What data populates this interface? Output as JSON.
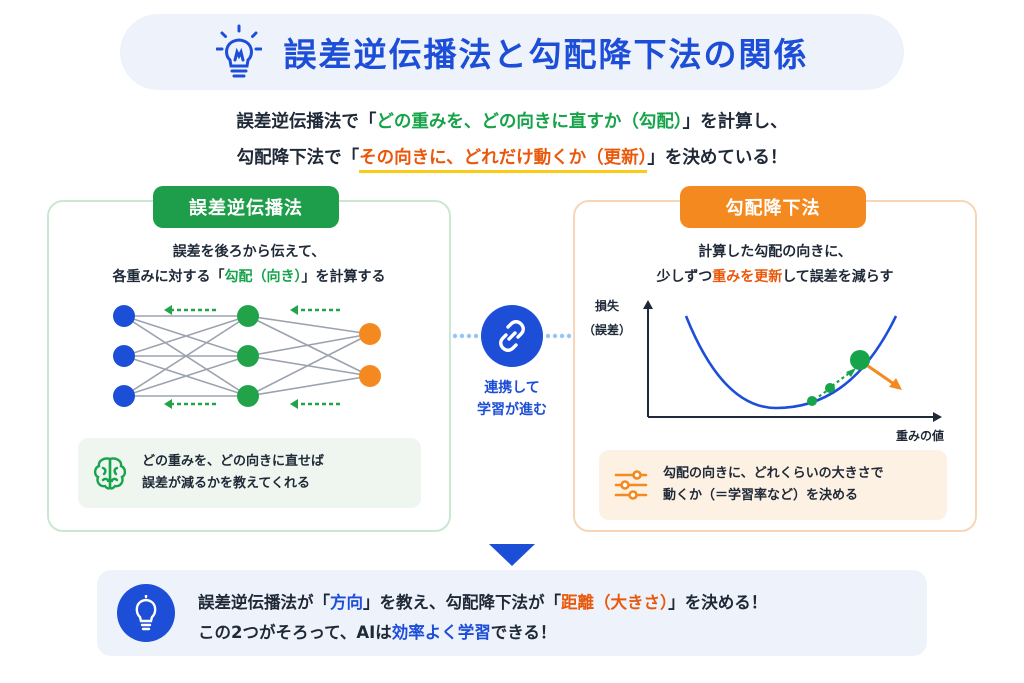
{
  "title": "誤差逆伝播法と勾配降下法の関係",
  "lead": {
    "line1": {
      "before": "誤差逆伝播法で「",
      "highlight": "どの重みを、どの向きに直すか（勾配）",
      "after": "」を計算し、"
    },
    "line2": {
      "before": "勾配降下法で「",
      "highlight": "その向きに、どれだけ動くか（更新）",
      "after": "」を決めている！"
    }
  },
  "left_panel": {
    "badge": "誤差逆伝播法",
    "desc_line1": "誤差を後ろから伝えて、",
    "desc_line2_before": "各重みに対する「",
    "desc_line2_highlight": "勾配（向き）",
    "desc_line2_after": "」を計算する",
    "note_line1": "どの重みを、どの向きに直せば",
    "note_line2": "誤差が減るかを教えてくれる",
    "note_icon": "brain-icon"
  },
  "connector": {
    "icon": "link-icon",
    "label_line1": "連携して",
    "label_line2": "学習が進む"
  },
  "right_panel": {
    "badge": "勾配降下法",
    "desc_line1": "計算した勾配の向きに、",
    "desc_line2_before": "少しずつ",
    "desc_line2_highlight": "重みを更新",
    "desc_line2_after": "して誤差を減らす",
    "y_label_line1": "損失",
    "y_label_line2": "（誤差）",
    "x_label": "重みの値",
    "note_line1": "勾配の向きに、どれくらいの大きさで",
    "note_line2": "動くか（＝学習率など）を決める",
    "note_icon": "sliders-icon"
  },
  "summary": {
    "icon": "lightbulb-icon",
    "l1_a": "誤差逆伝播法が「",
    "l1_b": "方向",
    "l1_c": "」を教え、勾配降下法が「",
    "l1_d": "距離（大きさ）",
    "l1_e": "」を決める！",
    "l2_a": "この2つがそろって、AIは",
    "l2_b": "効率よく学習",
    "l2_c": "できる！"
  },
  "colors": {
    "blue": "#1d4ed8",
    "green": "#16a34a",
    "orange": "#f48a1f"
  }
}
